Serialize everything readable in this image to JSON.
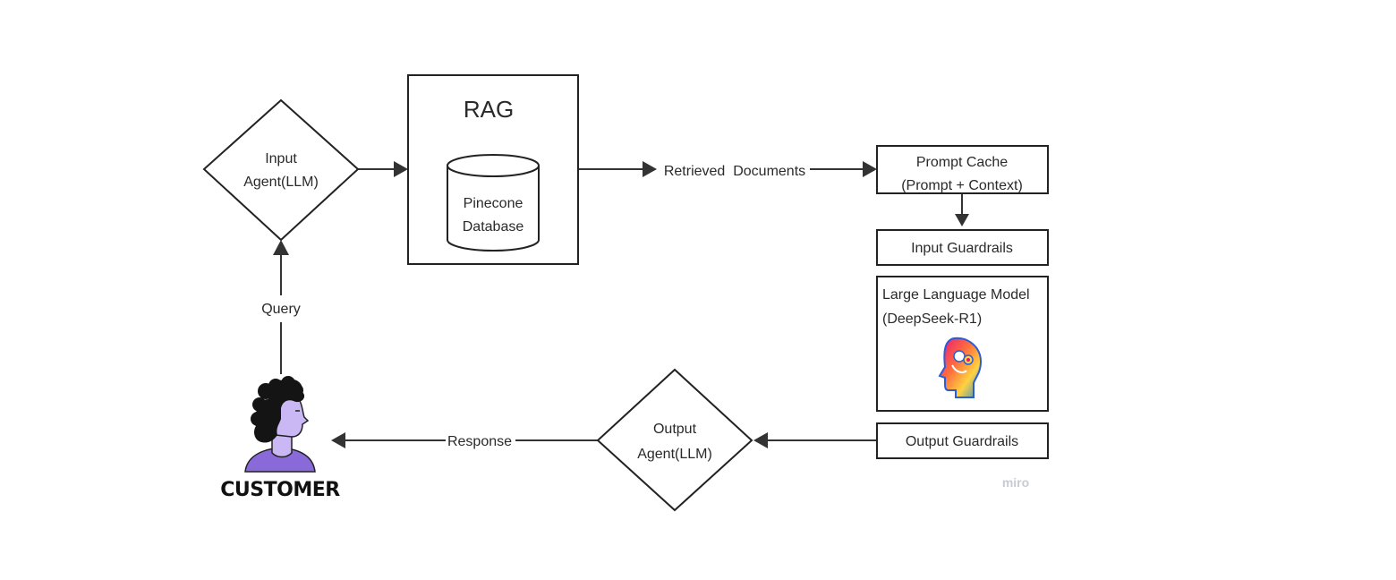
{
  "nodes": {
    "input_agent": {
      "line1": "Input",
      "line2": "Agent(LLM)"
    },
    "rag": {
      "title": "RAG",
      "db_line1": "Pinecone",
      "db_line2": "Database"
    },
    "prompt_cache": {
      "line1": "Prompt Cache",
      "line2": "(Prompt + Context)"
    },
    "input_guardrails": {
      "label": "Input Guardrails"
    },
    "llm": {
      "line1": "Large Language Model",
      "line2": "(DeepSeek-R1)",
      "icon": "ai-head-icon"
    },
    "output_guardrails": {
      "label": "Output Guardrails"
    },
    "output_agent": {
      "line1": "Output",
      "line2": "Agent(LLM)"
    },
    "customer": {
      "label": "CUSTOMER",
      "icon": "customer-avatar-icon"
    }
  },
  "edges": {
    "query": "Query",
    "retrieved": "Retrieved  Documents",
    "response": "Response"
  },
  "watermark": "miro",
  "colors": {
    "stroke": "#222222",
    "avatar_fill": "#c9b8f3",
    "avatar_shirt": "#8a6ad8",
    "head_icon_gradient": [
      "#e6157a",
      "#ff6b3d",
      "#ffd23f",
      "#2b8de0"
    ]
  }
}
